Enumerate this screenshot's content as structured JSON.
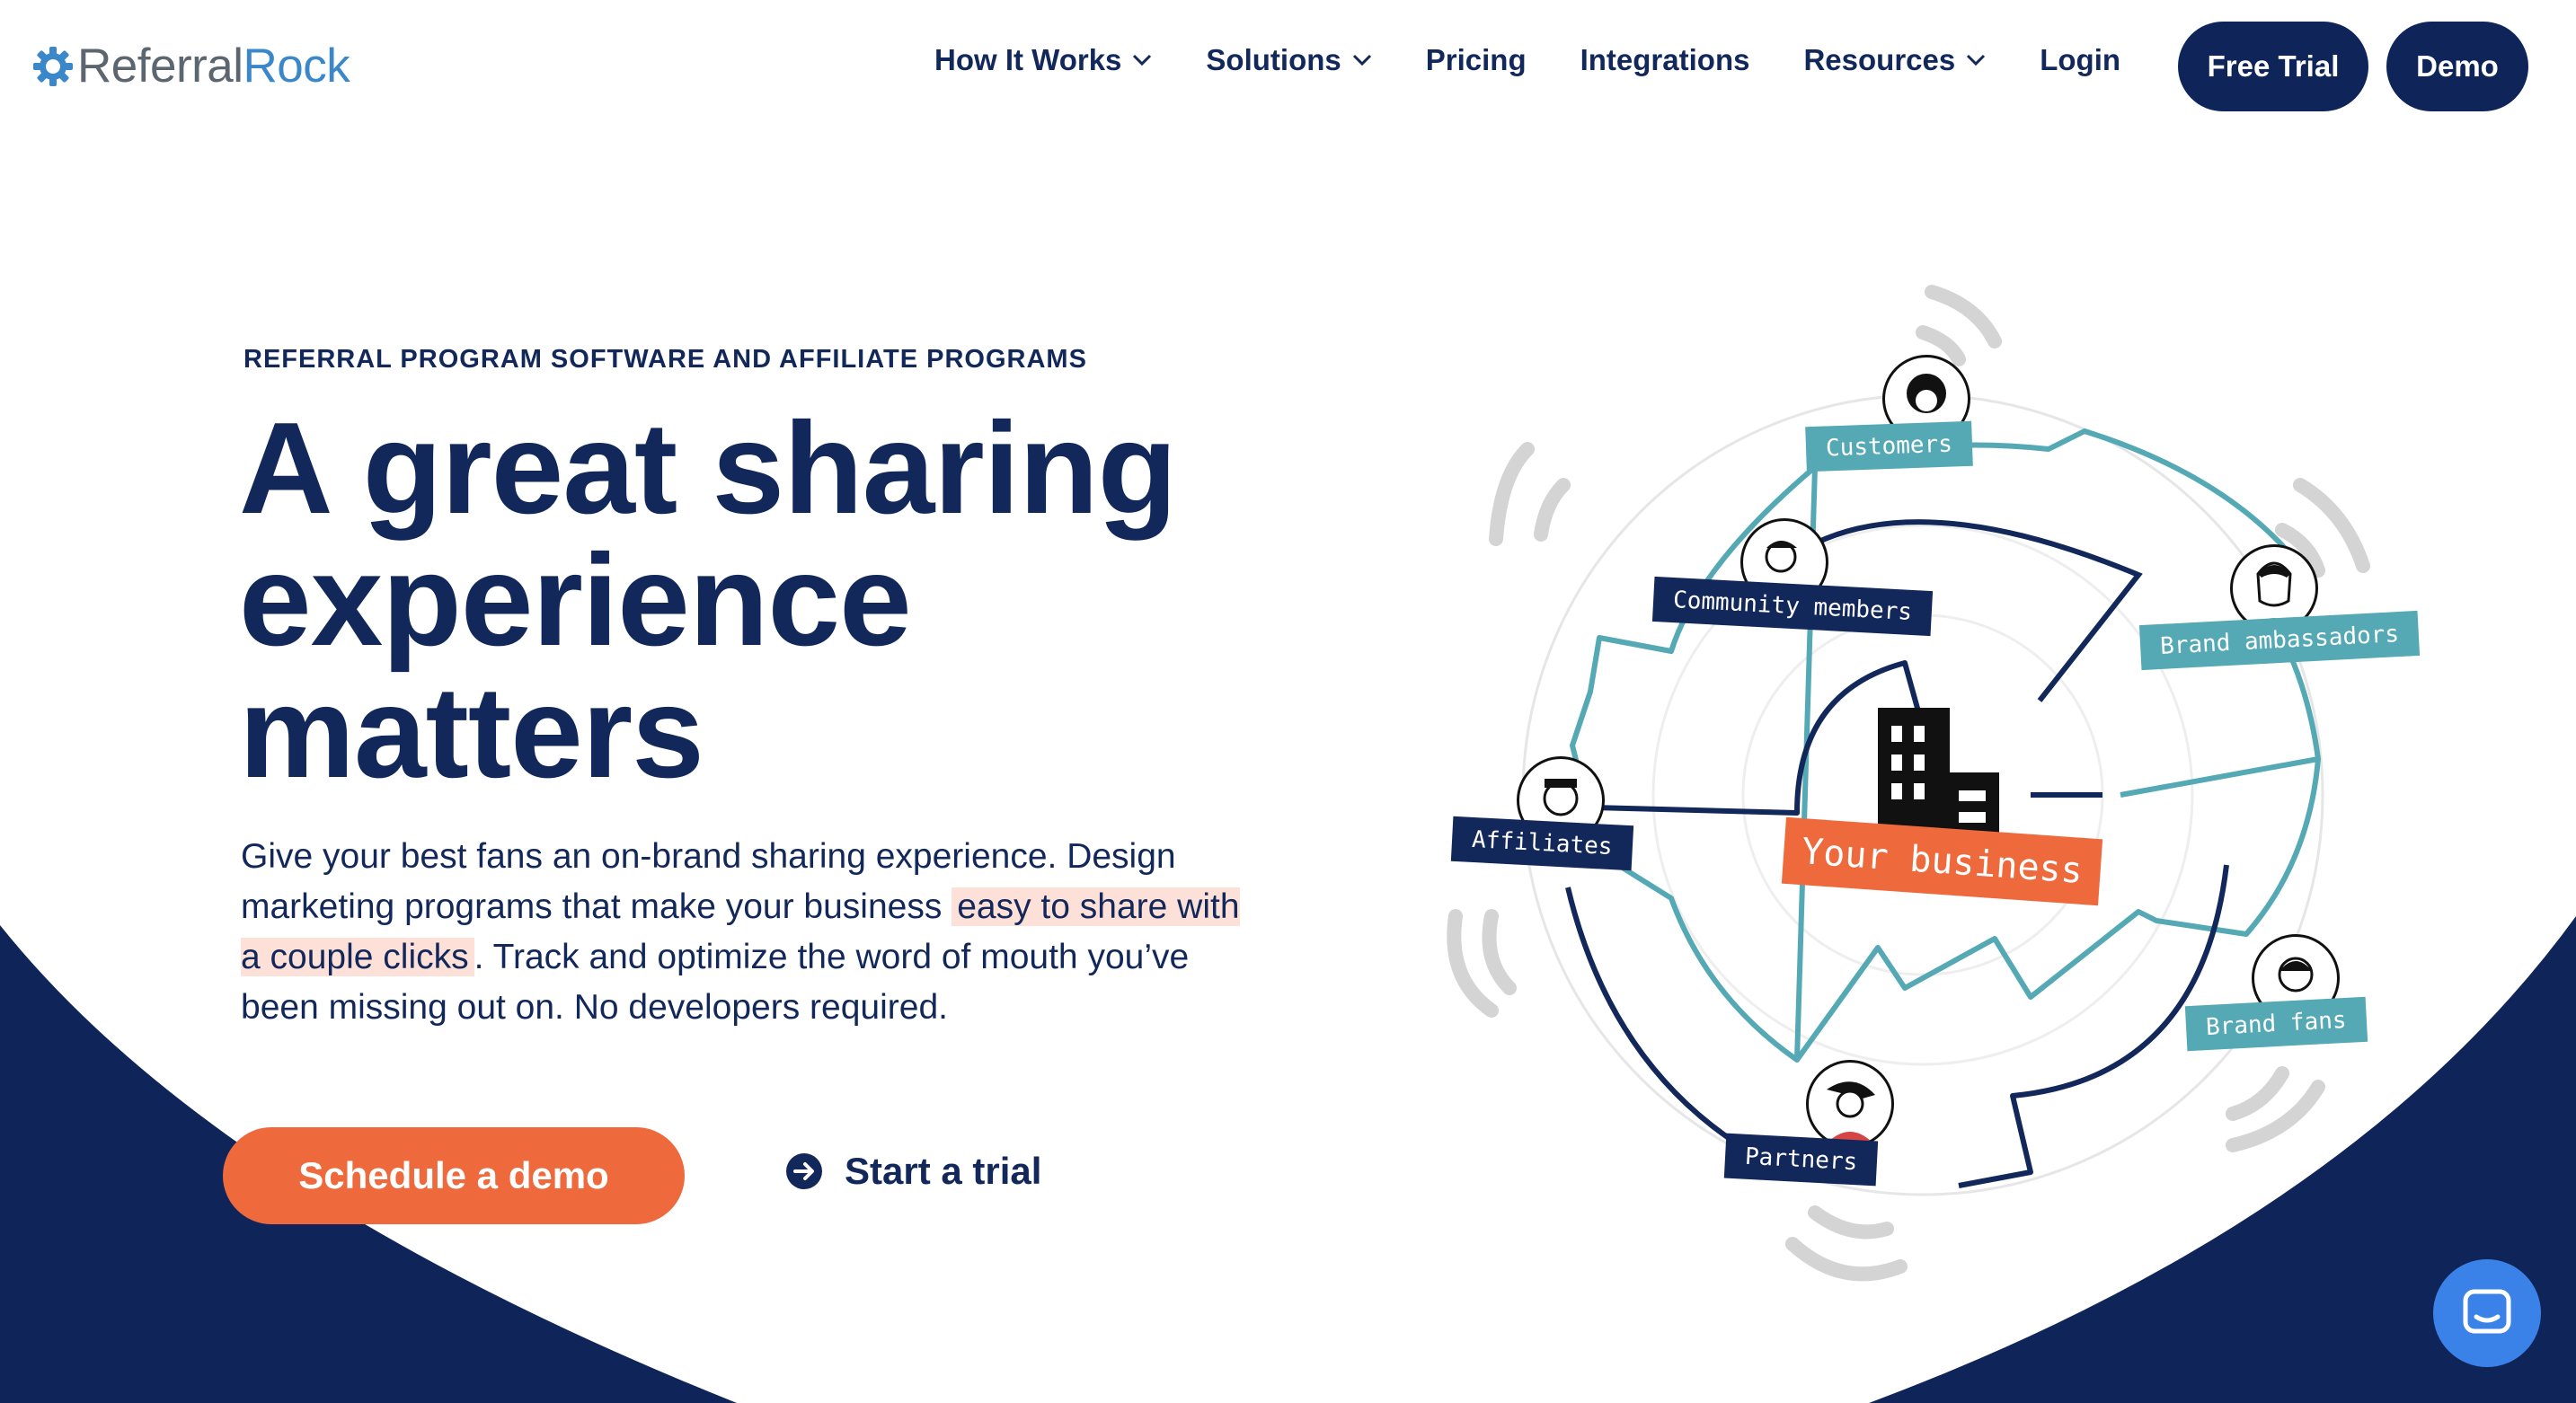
{
  "brand": {
    "name_part1": "Referral",
    "name_part2": "Rock",
    "icon": "gear-logo-icon"
  },
  "nav": {
    "items": [
      {
        "label": "How It Works",
        "dropdown": true
      },
      {
        "label": "Solutions",
        "dropdown": true
      },
      {
        "label": "Pricing",
        "dropdown": false
      },
      {
        "label": "Integrations",
        "dropdown": false
      },
      {
        "label": "Resources",
        "dropdown": true
      },
      {
        "label": "Login",
        "dropdown": false
      }
    ],
    "free_trial_label": "Free Trial",
    "demo_label": "Demo"
  },
  "hero": {
    "eyebrow": "REFERRAL PROGRAM SOFTWARE AND AFFILIATE PROGRAMS",
    "headline_line1": "A great sharing",
    "headline_line2": "experience",
    "headline_line3": "matters",
    "body_part1": "Give your best fans an on-brand sharing experience. Design marketing programs that make your business ",
    "body_highlight": "easy to share with a couple clicks",
    "body_part2": ". Track and optimize the word of mouth you’ve been missing out on. No developers required.",
    "cta_primary": "Schedule a demo",
    "cta_secondary": "Start a trial"
  },
  "illustration": {
    "center_label": "Your business",
    "labels": {
      "customers": "Customers",
      "community": "Community members",
      "ambassadors": "Brand ambassadors",
      "affiliates": "Affiliates",
      "fans": "Brand fans",
      "partners": "Partners"
    }
  },
  "colors": {
    "navy": "#13285a",
    "orange": "#ee6a3d",
    "teal": "#55a9b4",
    "highlight": "#fde0d8",
    "chat_blue": "#3b82e8"
  },
  "chat": {
    "icon": "chat-bubble-icon"
  }
}
